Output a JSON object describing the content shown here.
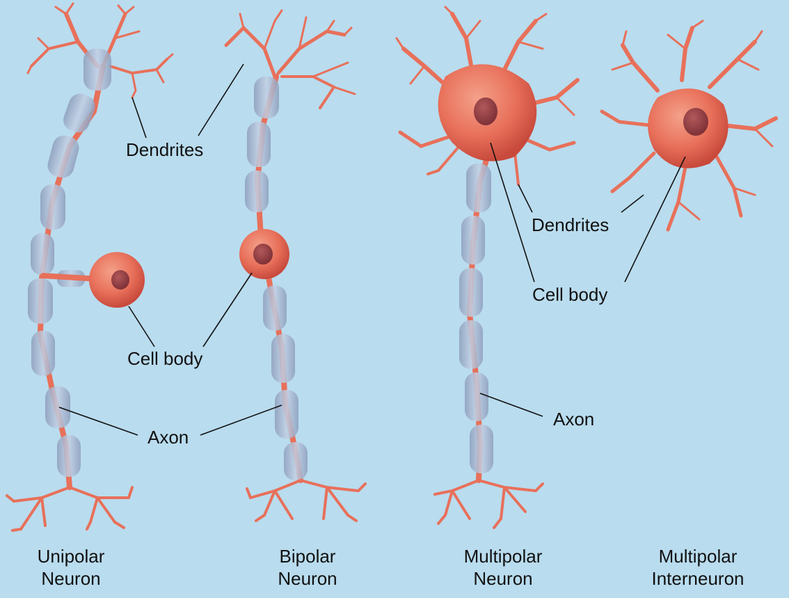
{
  "labels": {
    "dendrites_left": "Dendrites",
    "cell_body_left": "Cell body",
    "axon_left": "Axon",
    "dendrites_right": "Dendrites",
    "cell_body_right": "Cell body",
    "axon_right": "Axon"
  },
  "captions": {
    "unipolar": [
      "Unipolar",
      "Neuron"
    ],
    "bipolar": [
      "Bipolar",
      "Neuron"
    ],
    "multipolar": [
      "Multipolar",
      "Neuron"
    ],
    "interneuron": [
      "Multipolar",
      "Interneuron"
    ]
  },
  "colors": {
    "background": "#b9dcee",
    "neuron": "#e8705a",
    "myelin": "#a7b9d3",
    "nucleus": "#8a3a3e"
  }
}
